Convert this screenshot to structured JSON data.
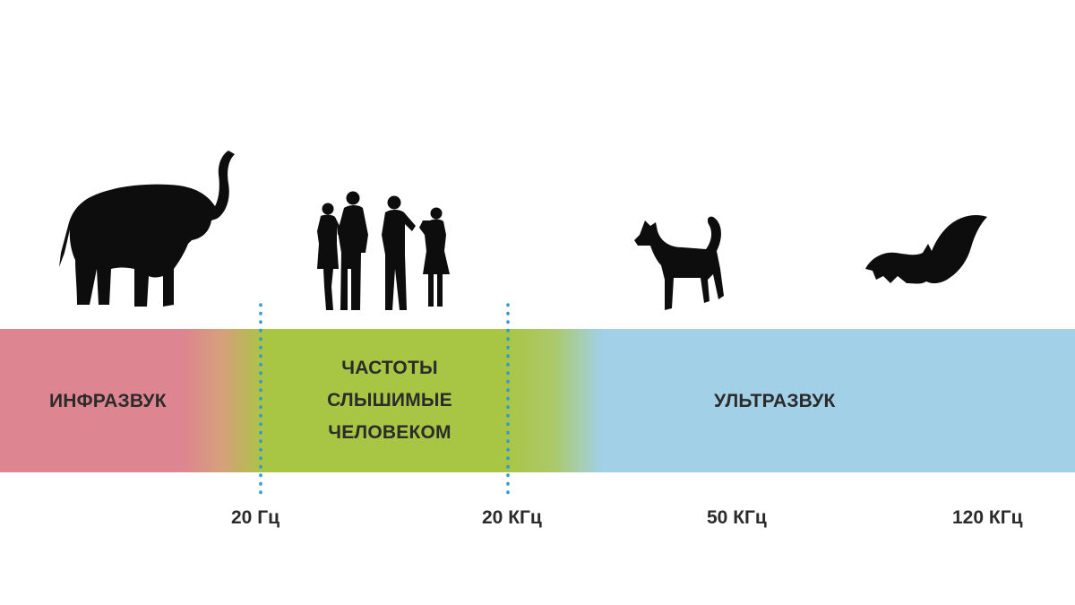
{
  "bands": {
    "infrasound": "ИНФРАЗВУК",
    "audible_lines": [
      "ЧАСТОТЫ",
      "СЛЫШИМЫЕ",
      "ЧЕЛОВЕКОМ"
    ],
    "ultrasound": "УЛЬТРАЗВУК"
  },
  "frequencies": [
    "20 Гц",
    "20 КГц",
    "50 КГц",
    "120 КГц"
  ],
  "animals": [
    "elephant-icon",
    "people-icon",
    "dog-icon",
    "bat-icon"
  ],
  "colors": {
    "infrasound": "#dd8590",
    "audible": "#a9c544",
    "ultrasound": "#a1d0e7",
    "divider": "#2f9ad0",
    "silhouette": "#0d0d0d",
    "text": "#2b2b2b"
  }
}
